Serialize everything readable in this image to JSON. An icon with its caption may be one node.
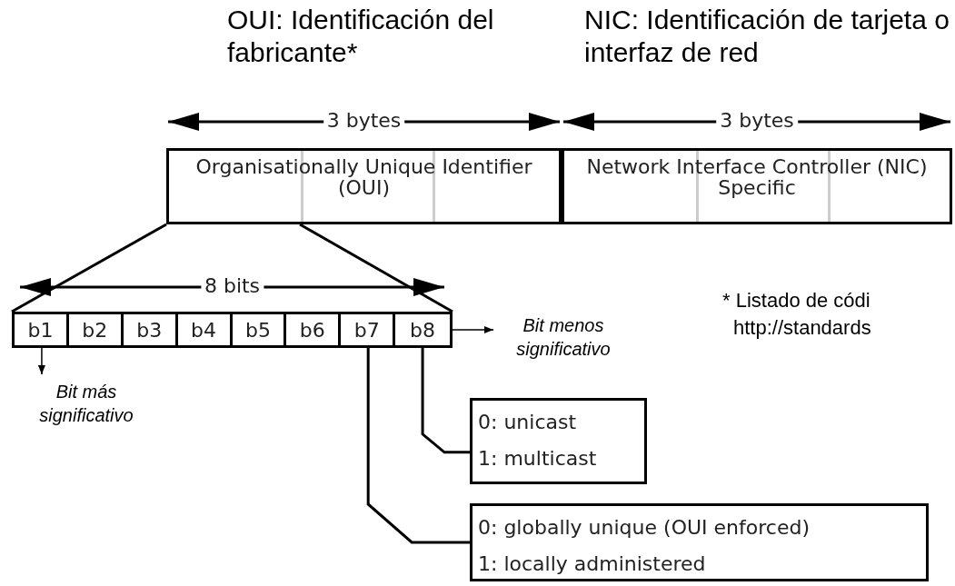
{
  "diagram": {
    "nodes": [
      {
        "text": [
          "Organisationally Unique Identifier (OUI)"
        ],
        "beside": [
          "OUI: Identificación del fabricante*"
        ]
      },
      {
        "text": [
          "Network Interface Controller (NIC) Specific"
        ],
        "beside": [
          "NIC: Identificación de tarjeta o interfaz de red"
        ]
      },
      {
        "text": [],
        "shape": "box"
      },
      {
        "text": [
          "b1"
        ],
        "in": 2
      },
      {
        "text": [
          "b2"
        ],
        "in": 2
      },
      {
        "text": [
          "b3"
        ],
        "in": 2
      },
      {
        "text": [
          "b4"
        ],
        "in": 2
      },
      {
        "text": [
          "b5"
        ],
        "in": 2
      },
      {
        "text": [
          "b6"
        ],
        "in": 2
      },
      {
        "text": [
          "b7"
        ],
        "in": 2
      },
      {
        "text": [
          "b8"
        ],
        "in": 2
      },
      {
        "text": [
          "Bit más significativo"
        ]
      },
      {
        "text": [
          "Bit menos significativo"
        ]
      },
      {
        "text": [
          "0: unicast",
          "1: multicast"
        ]
      },
      {
        "text": [
          "0: globally unique (OUI enforced)",
          "1: locally administered"
        ]
      }
    ],
    "edges": [
      {
        "from": 0,
        "to": 2,
        "arrow": "none"
      },
      {
        "from": 0,
        "to": 2,
        "arrow": "none"
      },
      {
        "from": 3,
        "to": 11,
        "arrow": "to"
      },
      {
        "from": 10,
        "to": 12,
        "arrow": "to"
      },
      {
        "from": 10,
        "to": 13,
        "arrow": "none"
      },
      {
        "from": 9,
        "to": 14,
        "arrow": "none"
      }
    ],
    "labels": [
      "3 bytes",
      "3 bytes",
      "8 bits",
      "* Listado de códi",
      "http://standards"
    ]
  }
}
